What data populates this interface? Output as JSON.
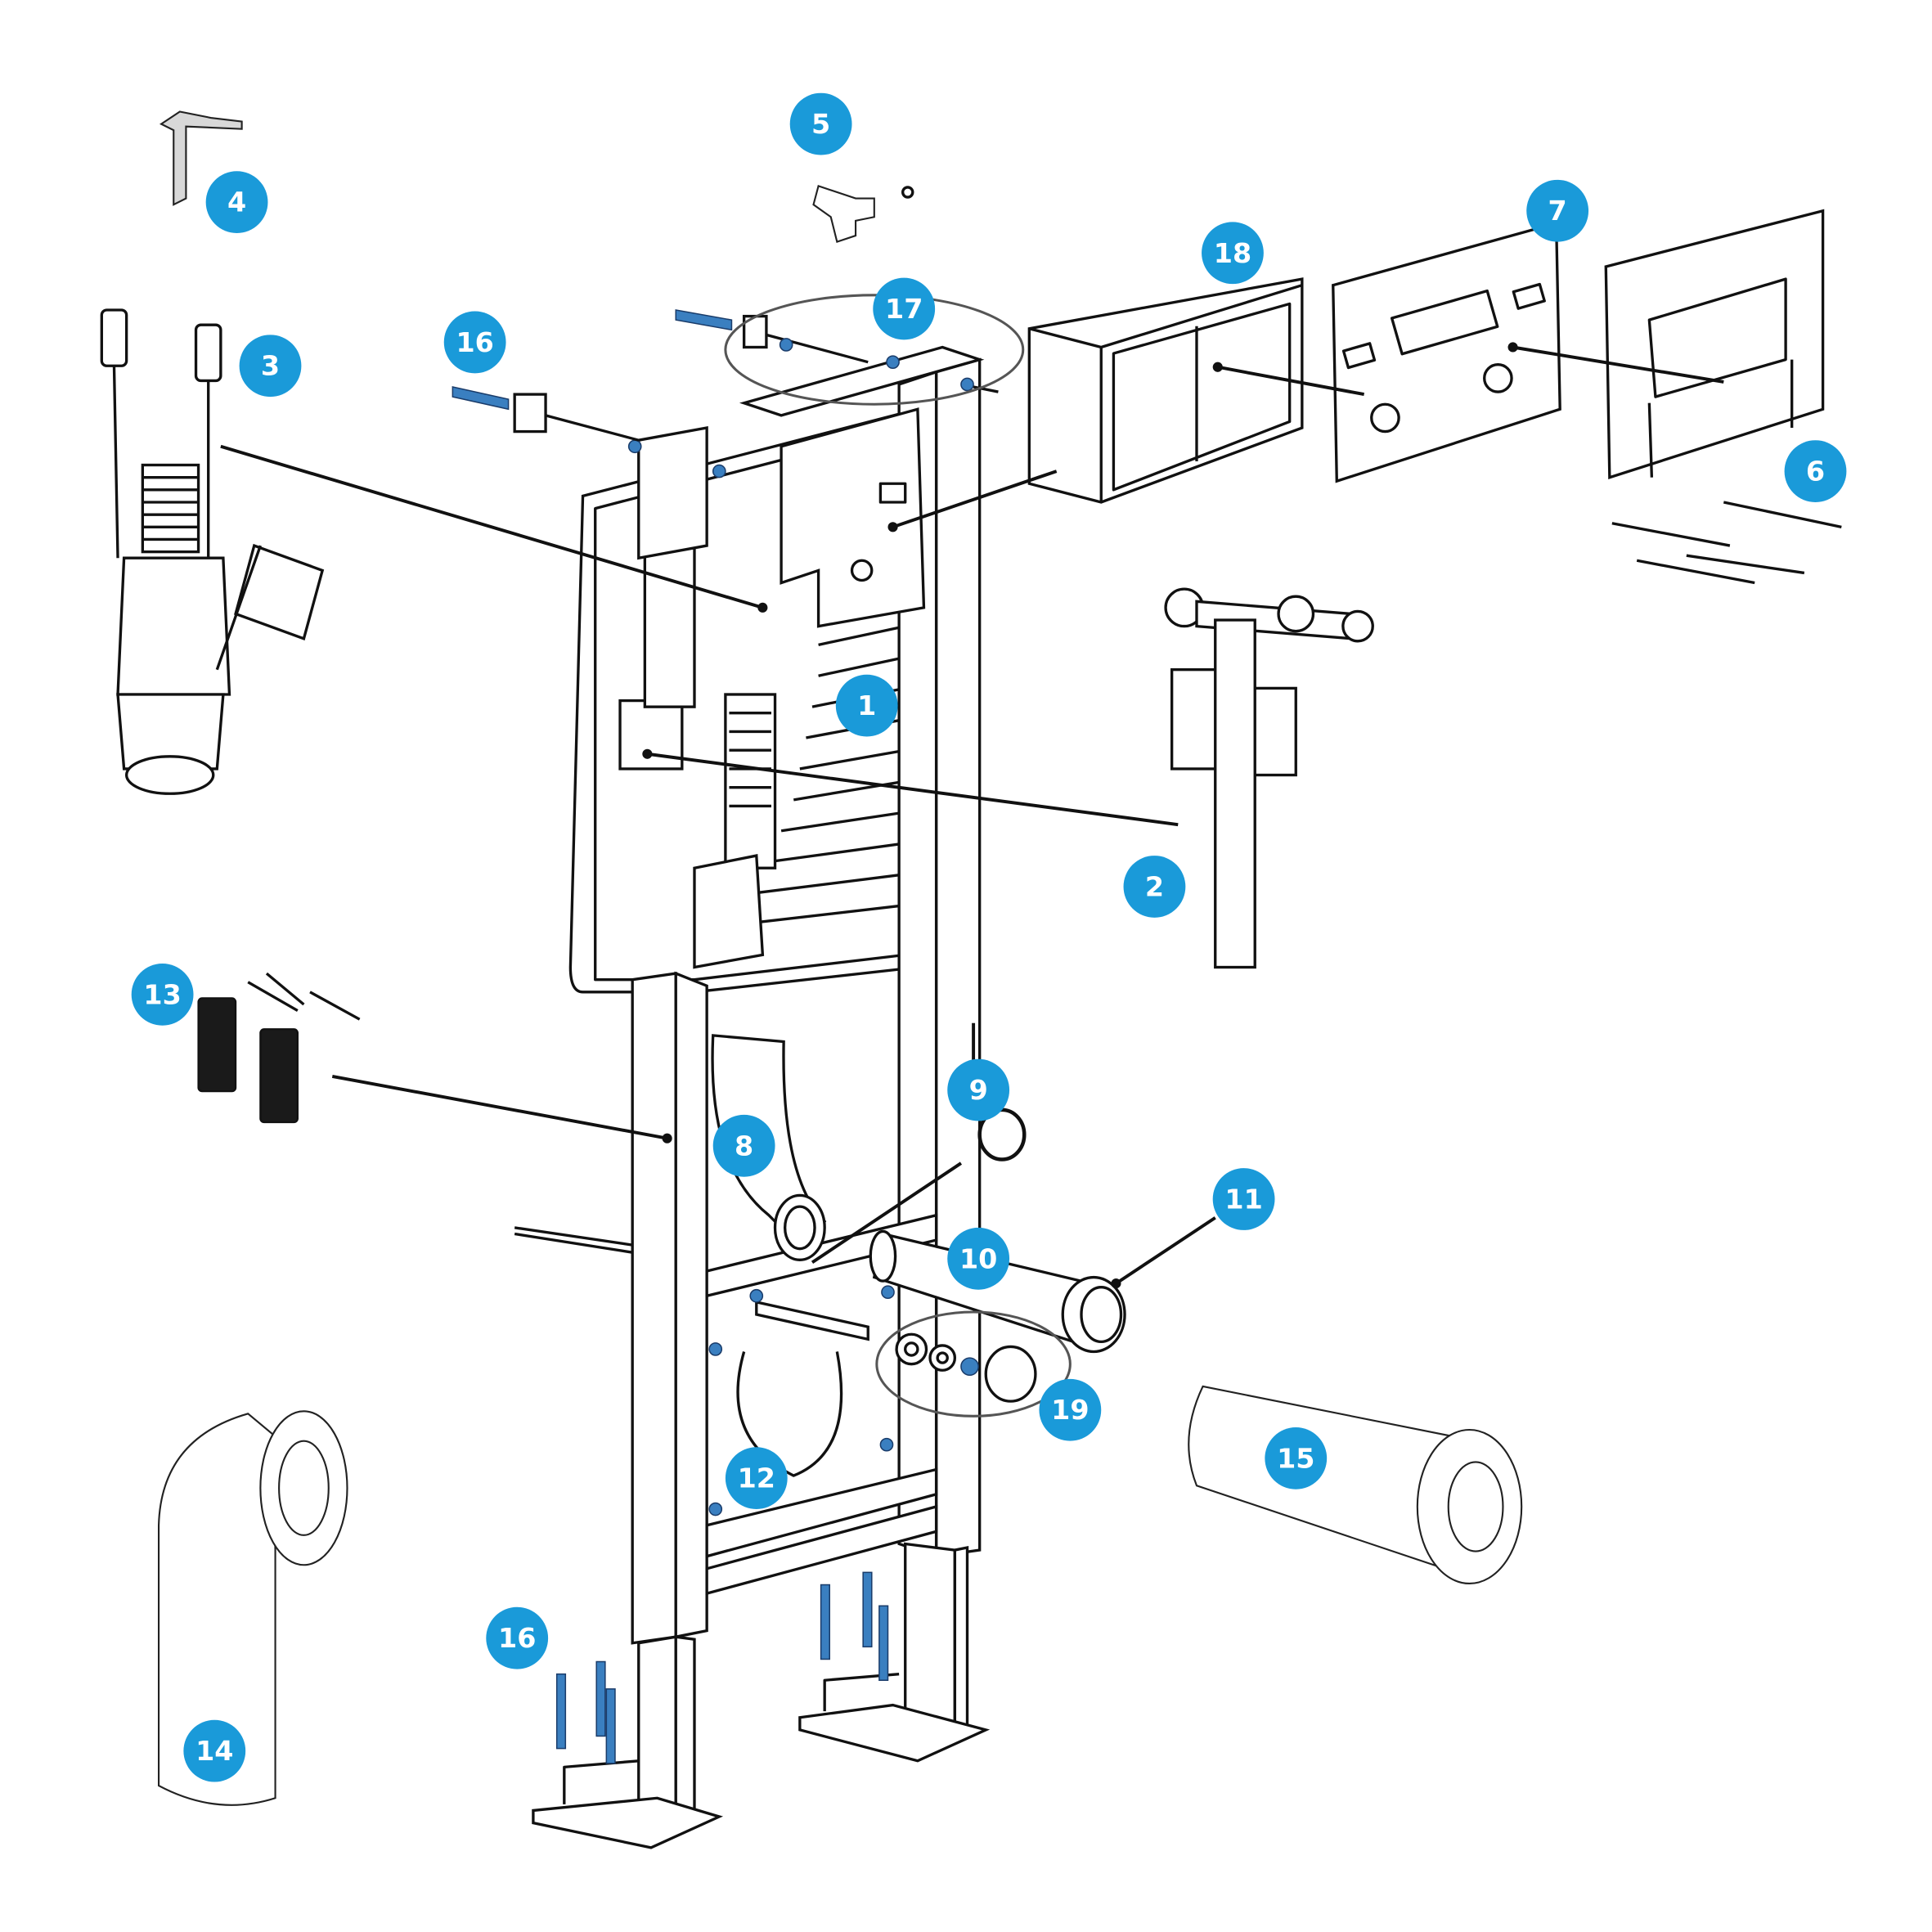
{
  "diagram": {
    "type": "exploded-parts-view",
    "accent_color": "#1a9ad9",
    "labels": {
      "p1": "1",
      "p2": "2",
      "p3": "3",
      "p4": "4",
      "p5": "5",
      "p6": "6",
      "p7": "7",
      "p8": "8",
      "p9": "9",
      "p10": "10",
      "p11": "11",
      "p12": "12",
      "p13": "13",
      "p14": "14",
      "p15": "15",
      "p16a": "16",
      "p16b": "16",
      "p17": "17",
      "p18": "18",
      "p19": "19"
    }
  }
}
